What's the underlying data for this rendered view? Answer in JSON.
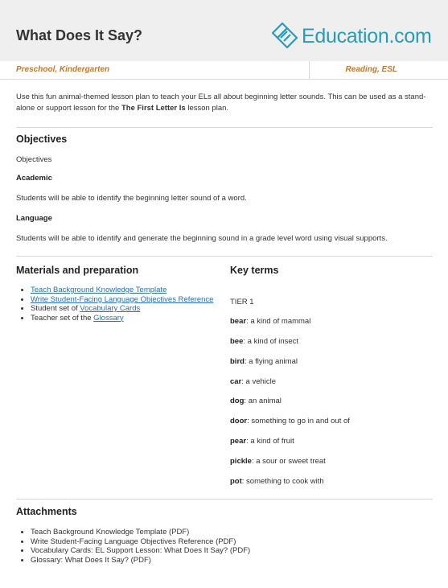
{
  "header": {
    "title": "What Does It Say?",
    "logo_text": "Education.com",
    "grades": "Preschool, Kindergarten",
    "subjects": "Reading, ESL"
  },
  "intro": {
    "text_before": "Use this fun animal-themed lesson plan to teach your ELs all about beginning letter sounds. This can be used as a stand-alone or support lesson for the ",
    "bold": "The First Letter Is",
    "text_after": " lesson plan."
  },
  "objectives": {
    "heading": "Objectives",
    "subheading": "Objectives",
    "academic_heading": "Academic",
    "academic_text": "Students will be able to identify the beginning letter sound of a word.",
    "language_heading": "Language",
    "language_text": "Students will be able to identify and generate the beginning sound in a grade level word using visual supports."
  },
  "materials": {
    "heading": "Materials and preparation",
    "item1_link": "Teach Background Knowledge Template",
    "item2_link": "Write Student-Facing Language Objectives Reference",
    "item3_prefix": "Student set of ",
    "item3_link": "Vocabulary Cards",
    "item4_prefix": "Teacher set of the ",
    "item4_link": "Glossary"
  },
  "key_terms": {
    "heading": "Key terms",
    "tier": "TIER 1",
    "terms": [
      {
        "word": "bear",
        "def": ": a kind of mammal"
      },
      {
        "word": "bee",
        "def": ": a kind of insect"
      },
      {
        "word": "bird",
        "def": ": a flying animal"
      },
      {
        "word": "car",
        "def": ": a vehicle"
      },
      {
        "word": "dog",
        "def": ": an animal"
      },
      {
        "word": "door",
        "def": ": something to go in and out of"
      },
      {
        "word": "pear",
        "def": ": a kind of fruit"
      },
      {
        "word": "pickle",
        "def": ": a sour or sweet treat"
      },
      {
        "word": "pot",
        "def": ": something to cook with"
      }
    ]
  },
  "attachments": {
    "heading": "Attachments",
    "items": [
      "Teach Background Knowledge Template (PDF)",
      "Write Student-Facing Language Objectives Reference (PDF)",
      "Vocabulary Cards: EL Support Lesson: What Does It Say? (PDF)",
      "Glossary: What Does It Say? (PDF)"
    ]
  },
  "colors": {
    "header_bg": "#efefef",
    "brand": "#2a9bb7",
    "grade_text": "#c07a2c",
    "link": "#2a6fb0"
  }
}
